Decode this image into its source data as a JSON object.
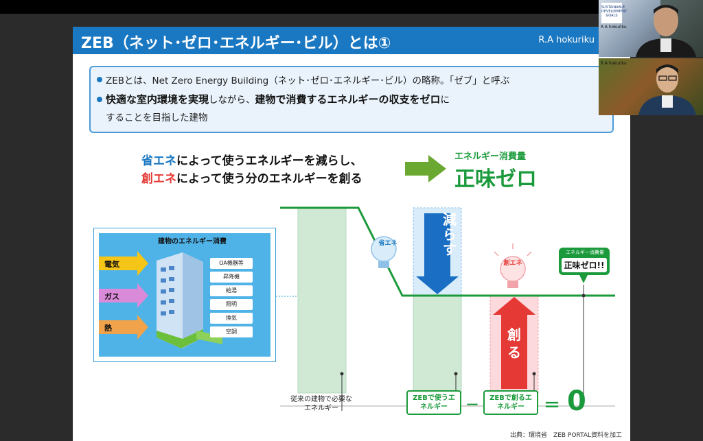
{
  "slide": {
    "title": "ZEB（ネット･ゼロ･エネルギー･ビル）とは①",
    "brand": "R.A hokuriku",
    "info": {
      "line1": "ZEBとは、Net Zero Energy Building（ネット･ゼロ･エネルギー･ビル）の略称。「ゼブ」と呼ぶ",
      "line2_bold1": "快適な室内環境を実現",
      "line2_normal": "しながら、",
      "line2_bold2": "建物で消費するエネルギーの収支をゼロ",
      "line2_tail": "に",
      "line3": "することを目指した建物"
    },
    "message": {
      "save_word": "省エネ",
      "save_rest": "によって使うエネルギーを減らし、",
      "create_word": "創エネ",
      "create_rest": "によって使う分のエネルギーを創る",
      "result_small": "エネルギー消費量",
      "result_big": "正味ゼロ"
    },
    "diagram": {
      "building_title": "建物のエネルギー消費",
      "inputs": [
        "電気",
        "ガス",
        "熱"
      ],
      "uses": [
        "OA機器等",
        "昇降機",
        "給湯",
        "照明",
        "換気",
        "空調"
      ],
      "reduce_label": "減らす",
      "create_label": "創る",
      "bulb_save_label": "省エネ",
      "bulb_create_label": "創エネ",
      "bubble_small": "エネルギー消費量",
      "bubble_big": "正味ゼロ!!",
      "bottom_conventional": "従来の建物で必要なエネルギー",
      "box_use": "ZEBで使うエネルギー",
      "box_create": "ZEBで創るエネルギー",
      "minus": "－",
      "equals": "＝",
      "zero": "0"
    },
    "source": "出典：環境省　ZEB PORTAL資料を加工"
  },
  "webcams": {
    "cam1_label": "R.A hokuriku",
    "cam2_label": "R.A hokuriku",
    "logo_text": "SUSTAINABLE DEVELOPMENT GOALS"
  },
  "colors": {
    "title_bar": "#1a78c2",
    "green": "#1a9a3a",
    "red": "#e53935",
    "blue": "#1a78c2"
  }
}
